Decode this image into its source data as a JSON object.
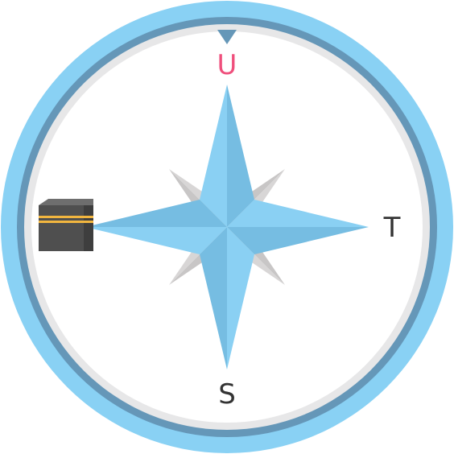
{
  "compass": {
    "directions": {
      "north": "U",
      "east": "T",
      "south": "S"
    },
    "target_icon": "kaaba-icon",
    "north_marker_icon": "north-marker-icon"
  },
  "colors": {
    "outer_ring": "#89d1f4",
    "inner_ring": "#6597b8",
    "track": "#e7e7e8",
    "face": "#ffffff",
    "star_light": "#8ad0f3",
    "star_dark": "#76bde2",
    "star_diagonal_light": "#d8d6d6",
    "star_diagonal_dark": "#c8c6c6",
    "north_label": "#ef4f7c",
    "label": "#333333",
    "kaaba_body": "#4f4f4f",
    "kaaba_top": "#6e6e6e",
    "kaaba_band": "#f2b63f"
  }
}
